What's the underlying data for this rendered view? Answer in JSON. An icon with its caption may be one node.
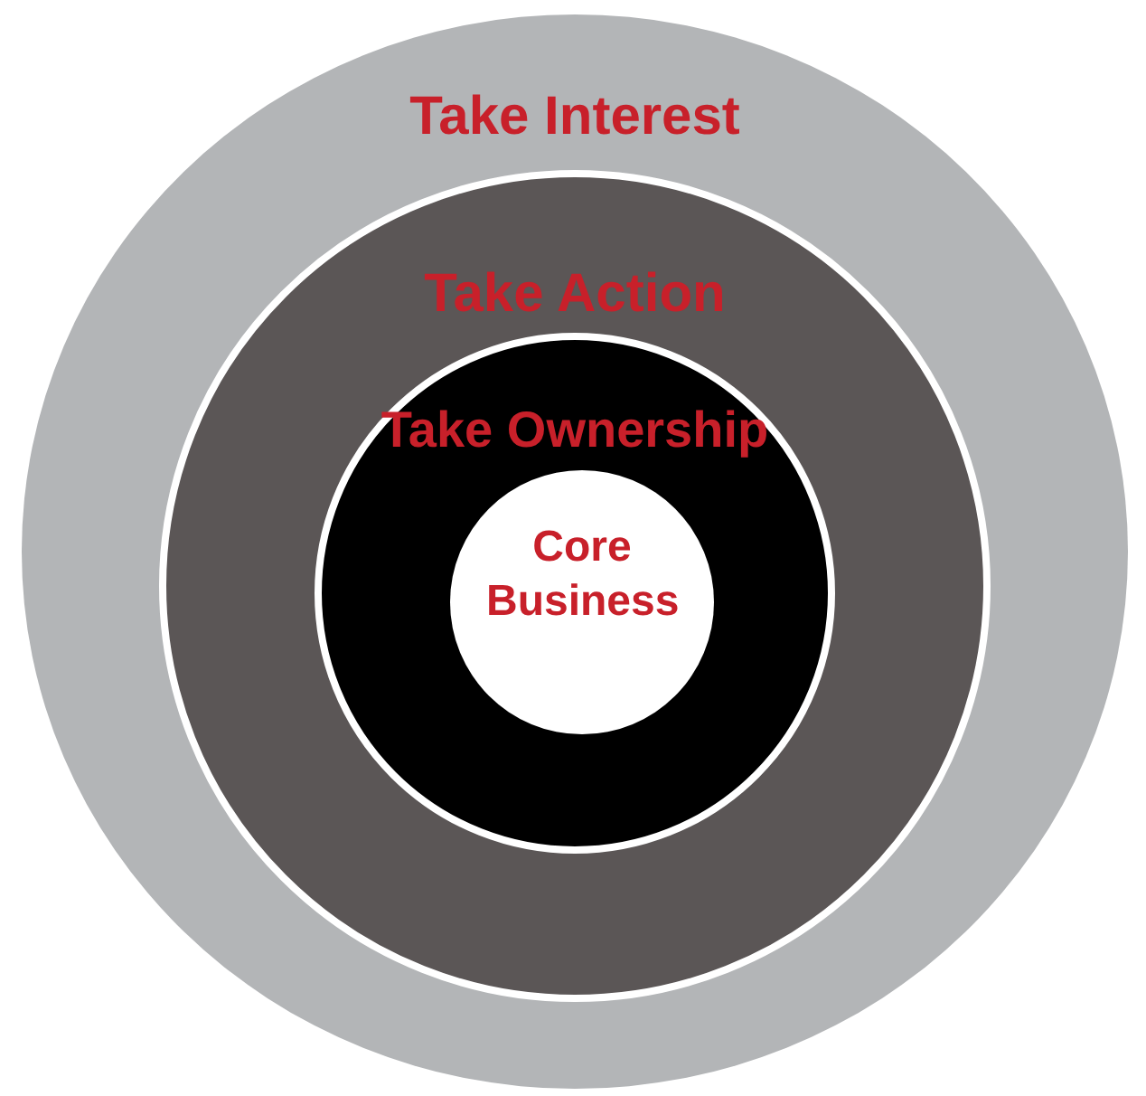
{
  "diagram": {
    "nodes": [
      {
        "text": [
          "Take Interest"
        ]
      },
      {
        "text": [
          "Take Action"
        ],
        "in": 0
      },
      {
        "text": [
          "Take Ownership"
        ],
        "in": 1
      },
      {
        "text": [
          "Core Business"
        ],
        "in": 2
      }
    ],
    "edges": []
  }
}
